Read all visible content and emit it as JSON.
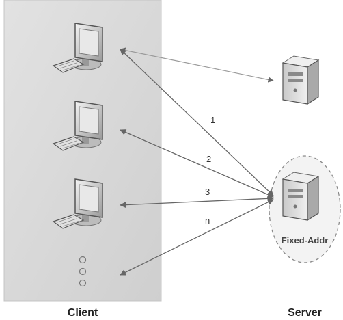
{
  "client_panel": {
    "label": "Client",
    "ellipsis_dots": 3,
    "fill_color": "#d8d8d8"
  },
  "server_area": {
    "label": "Server",
    "fixed_server_label": "Fixed-Addr"
  },
  "connections": [
    {
      "label": "1",
      "from": "computer-1",
      "to": "fixed-server"
    },
    {
      "label": "2",
      "from": "computer-2",
      "to": "fixed-server"
    },
    {
      "label": "3",
      "from": "computer-3",
      "to": "fixed-server"
    },
    {
      "label": "n",
      "from": "computer-n",
      "to": "fixed-server"
    }
  ],
  "plain_link": {
    "label": "",
    "from": "computer-1",
    "to": "top-server"
  },
  "colors": {
    "arrow": "#7a7a7a",
    "connection_arrow": "#555555",
    "dashed_circle": "#888888",
    "text": "#333333"
  },
  "icons": {
    "computer": "desktop-computer-icon",
    "server": "tower-server-icon"
  }
}
